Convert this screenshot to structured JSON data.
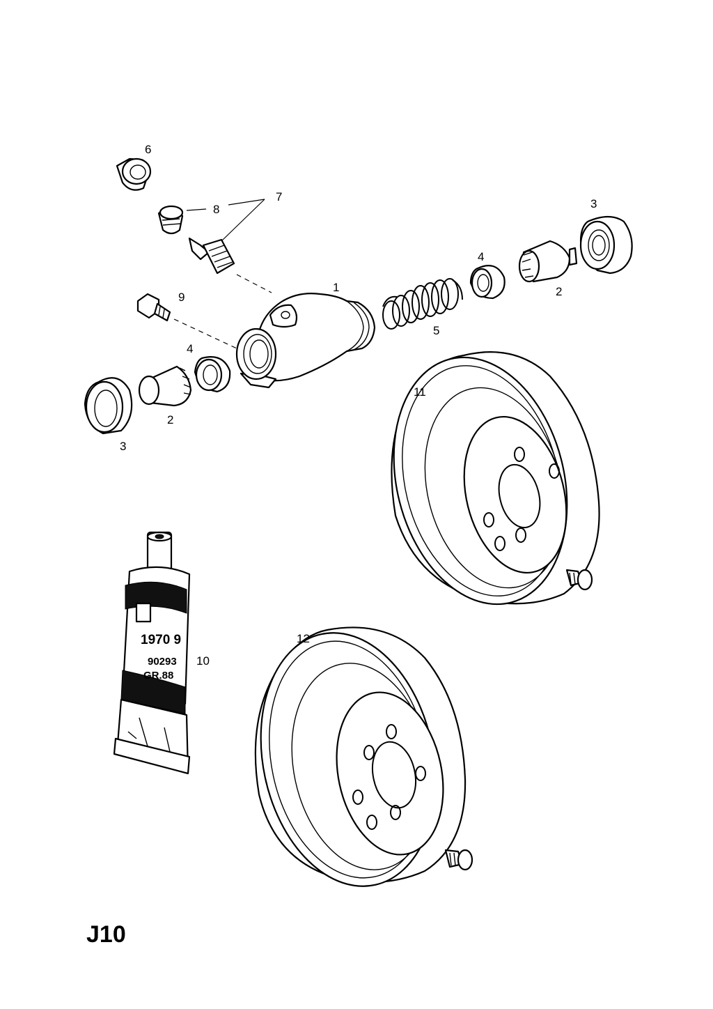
{
  "page_code": "J10",
  "callouts": {
    "c1": "1",
    "c2a": "2",
    "c2b": "2",
    "c3a": "3",
    "c3b": "3",
    "c4a": "4",
    "c4b": "4",
    "c5": "5",
    "c6": "6",
    "c7": "7",
    "c8": "8",
    "c9": "9",
    "c10": "10",
    "c11": "11",
    "c12": "12"
  },
  "tube_label": {
    "line1": "1970 9",
    "line2": "90293",
    "line3": "GR.88"
  }
}
